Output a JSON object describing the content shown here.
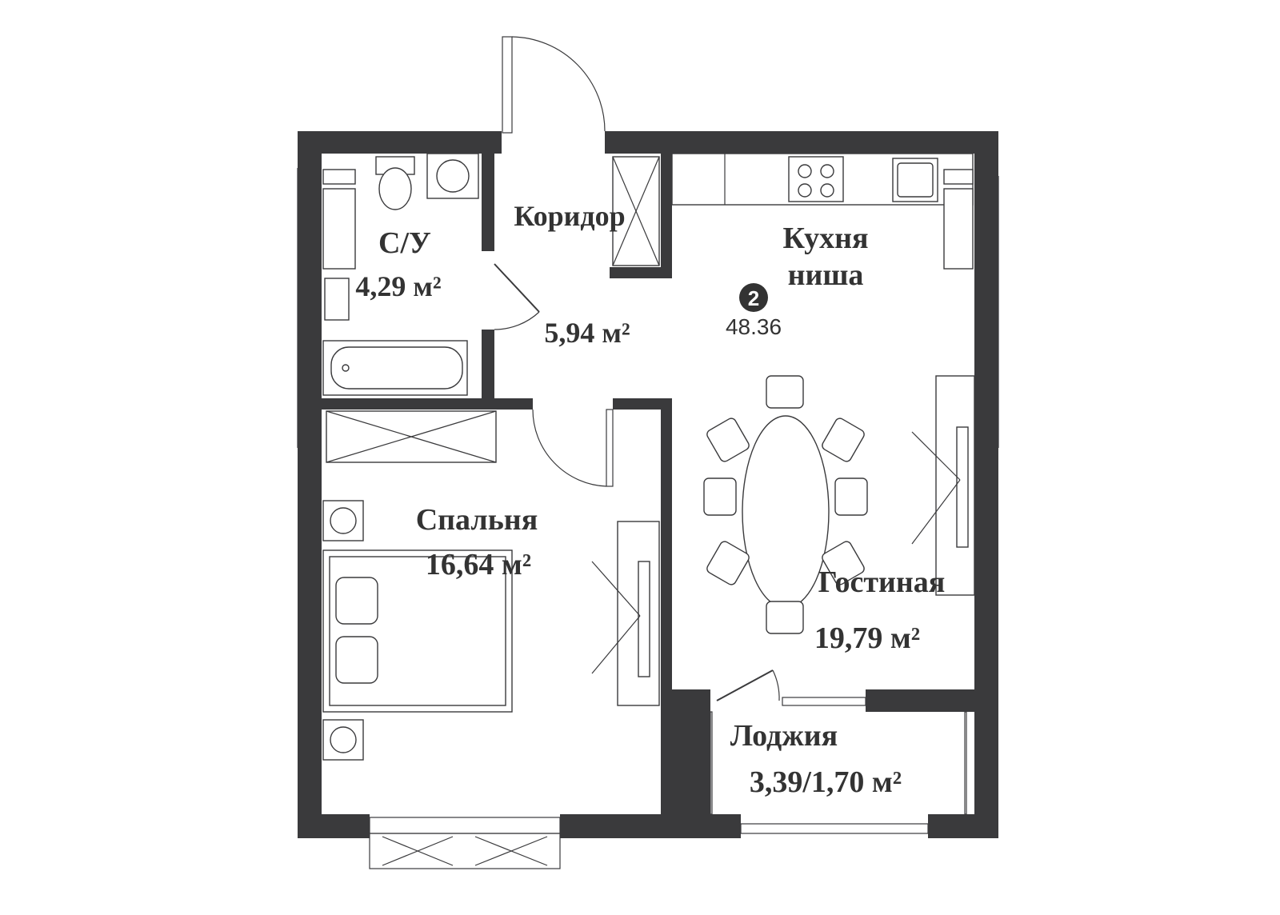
{
  "apartment": {
    "number": "2",
    "total_area": "48.36"
  },
  "rooms": {
    "bathroom": {
      "name": "С/У",
      "area": "4,29 м²"
    },
    "corridor": {
      "name": "Коридор",
      "area": "5,94 м²"
    },
    "kitchen": {
      "name_line1": "Кухня",
      "name_line2": "ниша"
    },
    "bedroom": {
      "name": "Спальня",
      "area": "16,64 м²"
    },
    "living": {
      "name": "Гостиная",
      "area": "19,79 м²"
    },
    "loggia": {
      "name": "Лоджия",
      "area": "3,39/1,70 м²"
    }
  },
  "colors": {
    "wall": "#3a3a3c",
    "text": "#333333",
    "background": "#ffffff"
  }
}
